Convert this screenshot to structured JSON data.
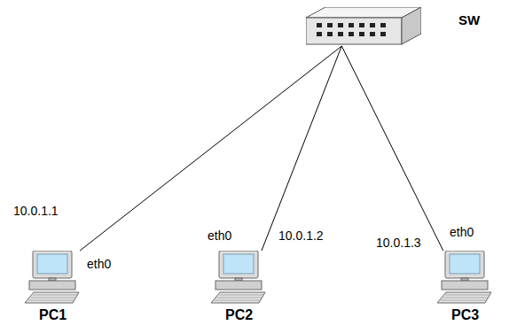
{
  "diagram": {
    "nodes": [
      {
        "text": [
          "SW"
        ]
      },
      {
        "text": [
          "PC1"
        ]
      },
      {
        "text": [
          "PC2"
        ]
      },
      {
        "text": [
          "PC3"
        ]
      }
    ],
    "edges": [
      {
        "from": 0,
        "to": 1,
        "arrow": "none"
      },
      {
        "from": 0,
        "to": 2,
        "arrow": "none"
      },
      {
        "from": 0,
        "to": 3,
        "arrow": "none"
      }
    ],
    "labels": [
      "10.0.1.1",
      "eth0",
      "eth0",
      "10.0.1.2",
      "eth0",
      "10.0.1.3"
    ]
  }
}
